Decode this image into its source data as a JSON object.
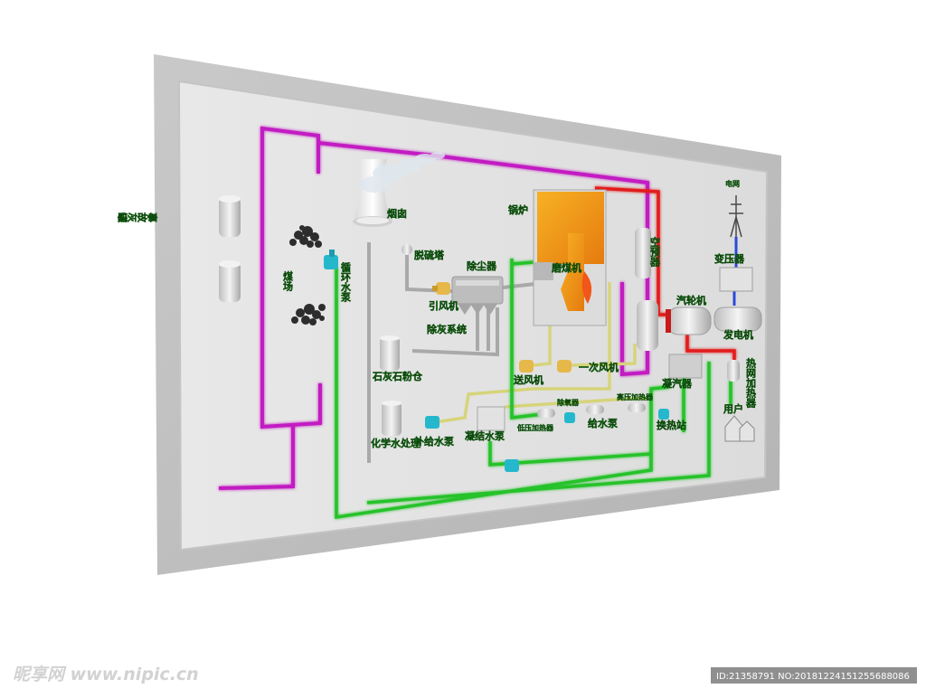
{
  "labels": {
    "ash_storage": "事故灰罐",
    "coal_yard": "煤场",
    "circ_pump": "循环水泵",
    "chimney": "烟囱",
    "desulfur_tower": "脱硫塔",
    "dust_collector": "除尘器",
    "induced_fan": "引风机",
    "ash_removal": "除灰系统",
    "lime_bin": "石灰石粉仓",
    "boiler": "锅炉",
    "coal_mill": "磨煤机",
    "air_preheater": "空预器",
    "blower": "送风机",
    "primary_fan": "一次风机",
    "steam_turbine": "汽轮机",
    "generator": "发电机",
    "transformer": "变压器",
    "grid": "电网",
    "heater": "低压加热器",
    "deaerator": "除氧器",
    "feed_pump": "给水泵",
    "hp_heater": "高压加热器",
    "condenser": "凝汽器",
    "condensate_pump": "凝结水泵",
    "water_tank": "化学水处理",
    "makeup_pump": "补给水泵",
    "user": "用户",
    "heat_network": "热网加热器",
    "heat_station": "换热站"
  },
  "watermark": {
    "site": "昵享网 www.nipic.cn",
    "id_line": "ID:21358791 NO:20181224151255688086"
  },
  "colors": {
    "wall": "#d8d8d8",
    "panel": "#e3e3e3",
    "pipe_green": "#27c22b",
    "pipe_magenta": "#c21fc2",
    "pipe_red": "#e21b1b",
    "pipe_yellow": "#d6d47a",
    "pipe_blue": "#2a4ad8",
    "pipe_gray": "#a9a9a9",
    "boiler_fill": "#f09a18",
    "pump_cyan": "#25b8cc",
    "fan_yellow": "#e6b84a"
  }
}
